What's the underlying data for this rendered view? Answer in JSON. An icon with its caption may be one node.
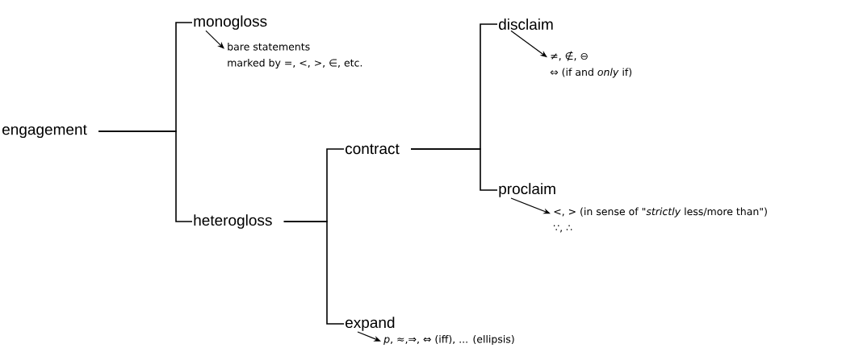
{
  "diagram": {
    "nodes": [
      {
        "text": [
          "engagement"
        ]
      },
      {
        "text": [
          "monogloss"
        ]
      },
      {
        "text": [
          "heterogloss"
        ]
      },
      {
        "text": [
          "contract"
        ]
      },
      {
        "text": [
          "expand"
        ]
      },
      {
        "text": [
          "disclaim"
        ]
      },
      {
        "text": [
          "proclaim"
        ]
      },
      {
        "text": [
          "bare statements",
          "marked by =, <, >, ∈, etc."
        ]
      },
      {
        "text": [
          "≠, ∉, ⊖",
          "⇔ (if and *only* if)"
        ]
      },
      {
        "text": [
          "<, > (in sense of \"*strictly* less/more than\")",
          "∵, ∴"
        ]
      },
      {
        "text": [
          "*p*, ≈,⇒, ⇔ (iff), ... (ellipsis)"
        ]
      }
    ],
    "edges": [
      {
        "from": 0,
        "to": 1,
        "arrow": "none"
      },
      {
        "from": 0,
        "to": 2,
        "arrow": "none"
      },
      {
        "from": 2,
        "to": 3,
        "arrow": "none"
      },
      {
        "from": 2,
        "to": 4,
        "arrow": "none"
      },
      {
        "from": 3,
        "to": 5,
        "arrow": "none"
      },
      {
        "from": 3,
        "to": 6,
        "arrow": "none"
      },
      {
        "from": 1,
        "to": 7,
        "arrow": "to"
      },
      {
        "from": 5,
        "to": 8,
        "arrow": "to"
      },
      {
        "from": 6,
        "to": 9,
        "arrow": "to"
      },
      {
        "from": 4,
        "to": 10,
        "arrow": "to"
      }
    ]
  }
}
